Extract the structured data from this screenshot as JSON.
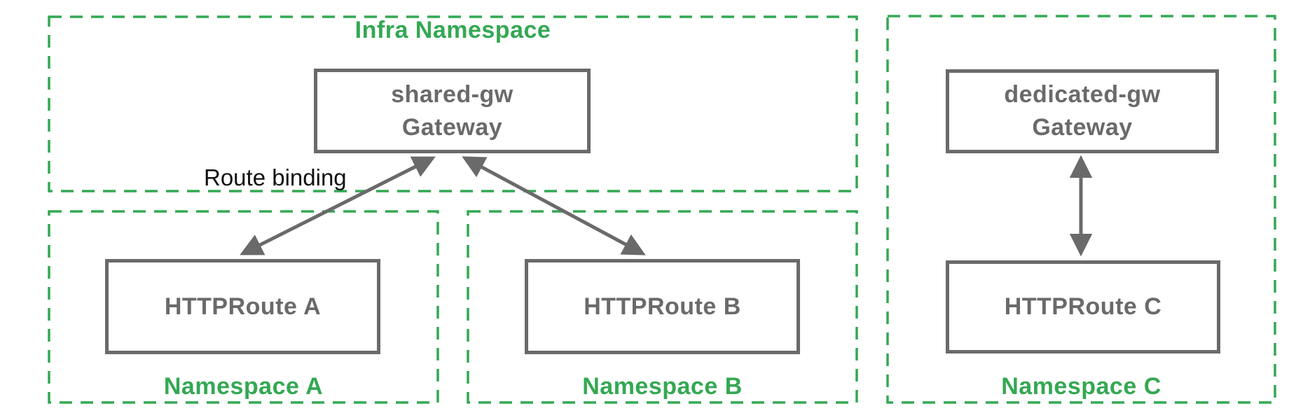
{
  "colors": {
    "green": "#34A853",
    "gray": "#6A6A6A",
    "ink": "#111111",
    "bg": "#FFFFFF"
  },
  "namespaces": {
    "infra": {
      "label": "Infra Namespace"
    },
    "a": {
      "label": "Namespace A"
    },
    "b": {
      "label": "Namespace B"
    },
    "c": {
      "label": "Namespace C"
    }
  },
  "nodes": {
    "shared_gw": {
      "name": "shared-gw",
      "kind": "Gateway"
    },
    "dedicated_gw": {
      "name": "dedicated-gw",
      "kind": "Gateway"
    },
    "route_a": {
      "label": "HTTPRoute A"
    },
    "route_b": {
      "label": "HTTPRoute B"
    },
    "route_c": {
      "label": "HTTPRoute C"
    }
  },
  "edges": {
    "route_binding_label": "Route binding",
    "bindings": [
      {
        "from": "route_a",
        "to": "shared_gw",
        "style": "double-arrow"
      },
      {
        "from": "route_b",
        "to": "shared_gw",
        "style": "double-arrow"
      },
      {
        "from": "route_c",
        "to": "dedicated_gw",
        "style": "double-arrow"
      }
    ]
  }
}
